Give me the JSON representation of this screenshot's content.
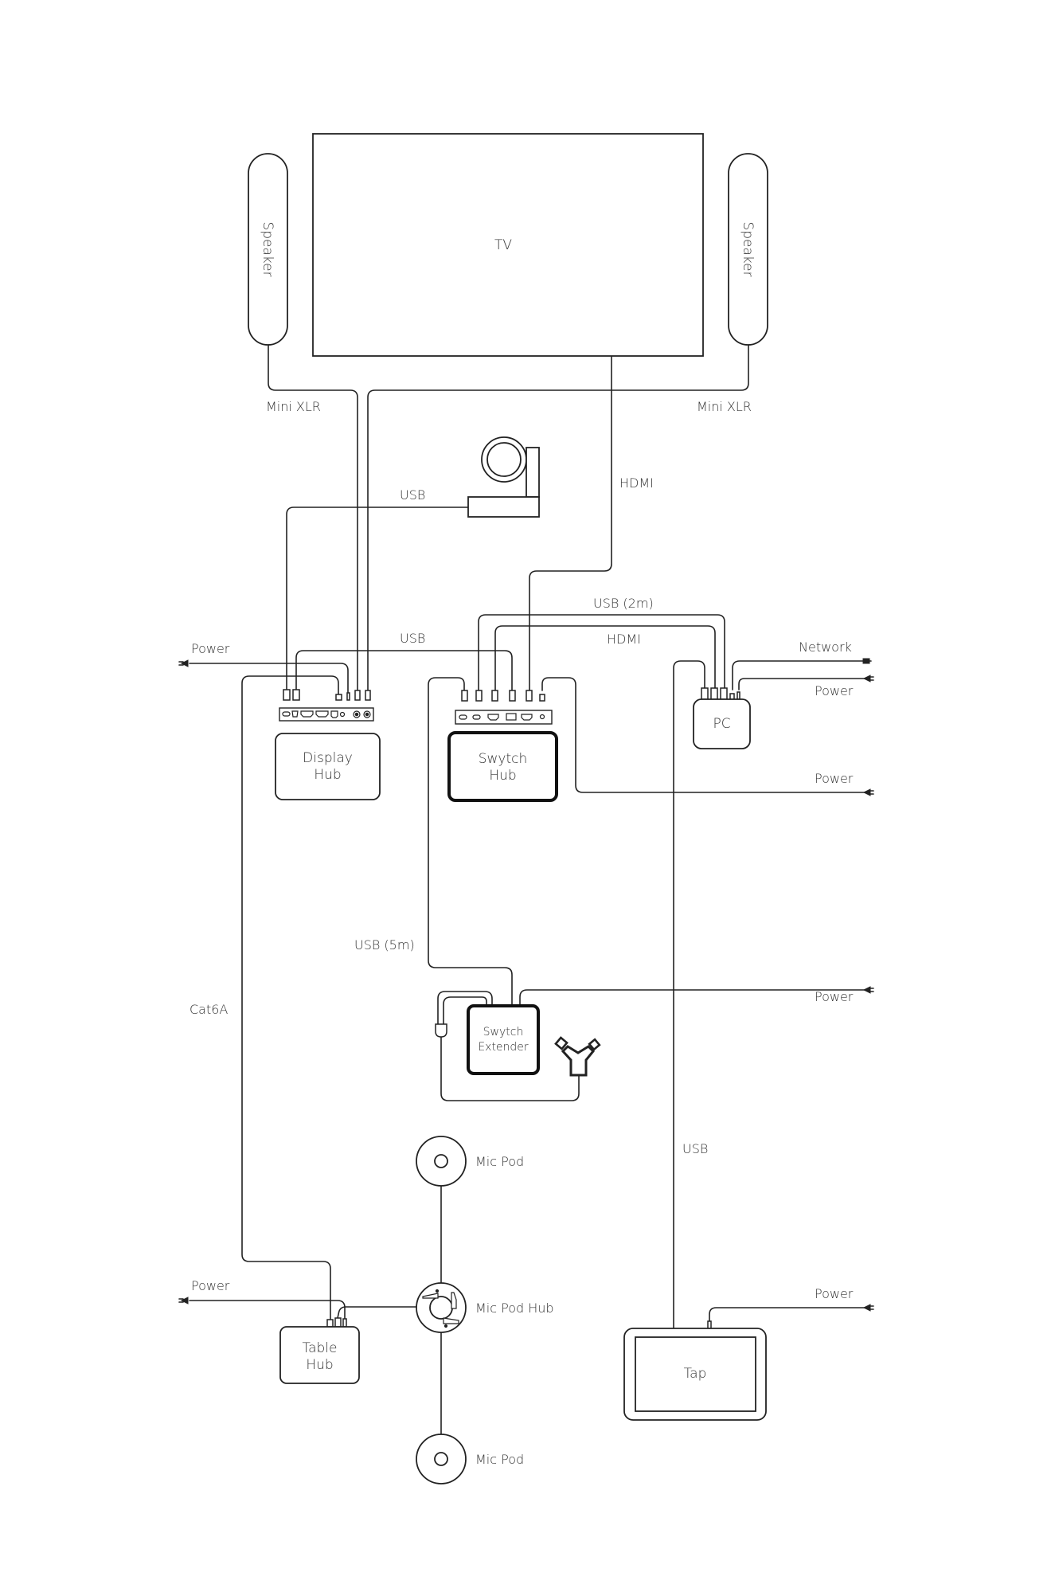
{
  "devices": {
    "tv": "TV",
    "speaker_left": "Speaker",
    "speaker_right": "Speaker",
    "display_hub": [
      "Display",
      "Hub"
    ],
    "swytch_hub": [
      "Swytch",
      "Hub"
    ],
    "pc": "PC",
    "swytch_extender": [
      "Swytch",
      "Extender"
    ],
    "mic_pod_top": "Mic Pod",
    "mic_pod_hub": "Mic Pod Hub",
    "mic_pod_bottom": "Mic Pod",
    "table_hub": [
      "Table",
      "Hub"
    ],
    "tap": "Tap"
  },
  "cables": {
    "mini_xlr_left": "Mini XLR",
    "mini_xlr_right": "Mini XLR",
    "hdmi_tv": "HDMI",
    "usb_camera": "USB",
    "usb_display_swytch": "USB",
    "usb_2m": "USB (2m)",
    "hdmi_pc": "HDMI",
    "network": "Network",
    "power_pc": "Power",
    "power_swytch_hub": "Power",
    "power_display_hub": "Power",
    "usb_5m": "USB (5m)",
    "power_extender": "Power",
    "cat6a": "Cat6A",
    "usb_tap": "USB",
    "power_table_hub": "Power",
    "power_tap": "Power"
  },
  "icons": {
    "camera": "camera-icon",
    "power_plug": "power-plug-icon",
    "network_plug": "network-plug-icon",
    "y_splitter": "y-splitter-icon",
    "usb_connector": "usb-connector-icon"
  }
}
